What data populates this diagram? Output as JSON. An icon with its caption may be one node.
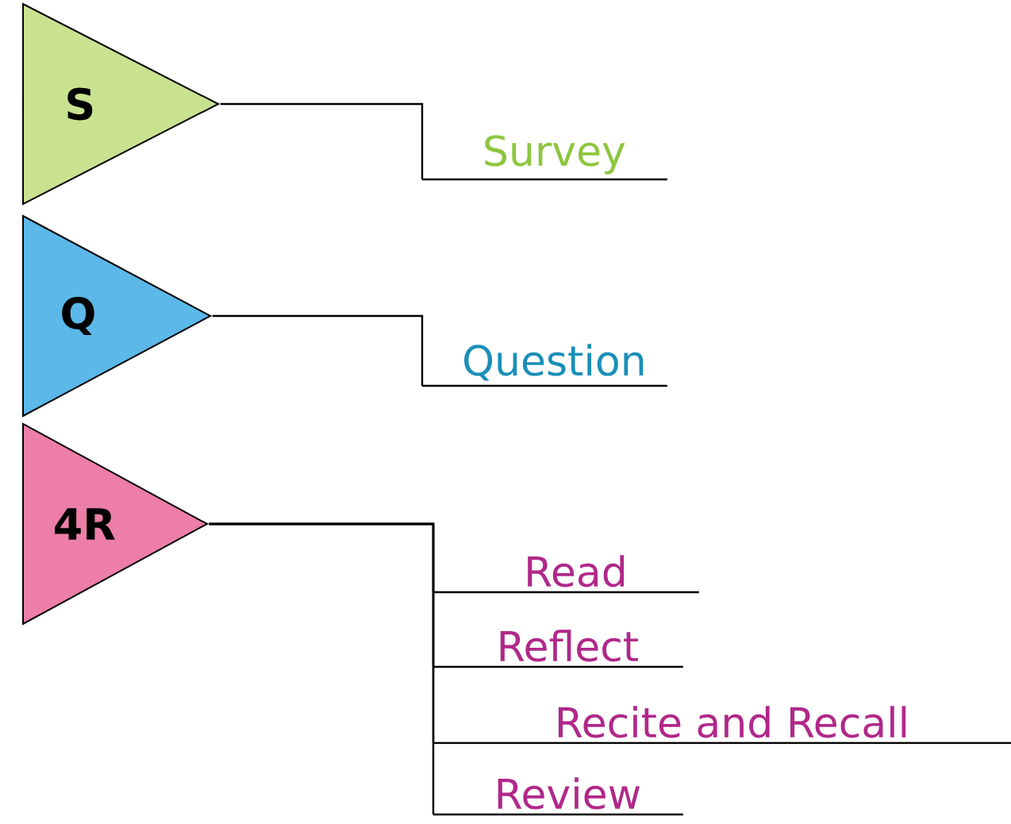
{
  "diagram": {
    "nodes": [
      {
        "text": [
          "S"
        ]
      },
      {
        "text": [
          "Survey"
        ]
      },
      {
        "text": [
          "Q"
        ]
      },
      {
        "text": [
          "Question"
        ]
      },
      {
        "text": [
          "4R"
        ]
      },
      {
        "text": [
          "Read"
        ]
      },
      {
        "text": [
          "Reflect"
        ]
      },
      {
        "text": [
          "Recite and Recall"
        ]
      },
      {
        "text": [
          "Review"
        ]
      }
    ],
    "edges": [
      {
        "from": 0,
        "to": 1,
        "arrow": "none"
      },
      {
        "from": 2,
        "to": 3,
        "arrow": "none"
      },
      {
        "from": 4,
        "to": 5,
        "arrow": "none"
      },
      {
        "from": 4,
        "to": 6,
        "arrow": "none"
      },
      {
        "from": 4,
        "to": 7,
        "arrow": "none"
      },
      {
        "from": 4,
        "to": 8,
        "arrow": "none"
      }
    ]
  }
}
